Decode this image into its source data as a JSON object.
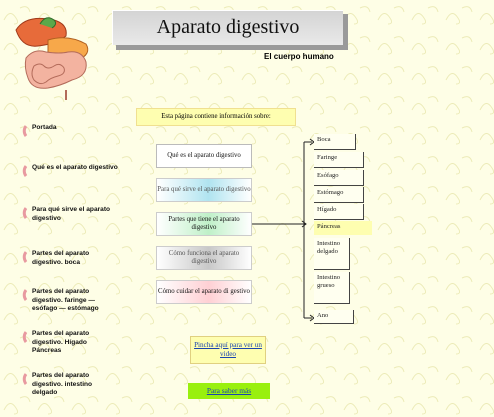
{
  "title": "Aparato digestivo",
  "subtitle": "El cuerpo humano",
  "sidebar": {
    "items": [
      {
        "label": "Portada"
      },
      {
        "label": "Qué es el aparato digestivo"
      },
      {
        "label": "Para qué sirve el aparato digestivo"
      },
      {
        "label": "Partes del aparato digestivo. boca"
      },
      {
        "label": "Partes del aparato digestivo. faringe — esófago — estómago"
      },
      {
        "label": "Partes del aparato digestivo. Hígado Páncreas"
      },
      {
        "label": "Partes del aparato digestivo. intestino delgado"
      }
    ]
  },
  "info": "Esta página contiene información sobre:",
  "center": {
    "buttons": [
      {
        "label": "Qué es el aparato digestivo"
      },
      {
        "label": "Para qué sirve el aparato digestivo"
      },
      {
        "label": "Partes que tiene el aparato digestivo"
      },
      {
        "label": "Cómo funciona el aparato digestivo"
      },
      {
        "label": "Cómo cuidar el aparato di gestivo"
      }
    ]
  },
  "parts": {
    "items": [
      {
        "label": "Boca"
      },
      {
        "label": "Faringe"
      },
      {
        "label": "Esófago"
      },
      {
        "label": "Estómago"
      },
      {
        "label": "Hígado"
      },
      {
        "label": "Páncreas"
      },
      {
        "label": "Intestino delgado"
      },
      {
        "label": "Intestino grueso"
      },
      {
        "label": "Ano"
      }
    ]
  },
  "links": {
    "video": "Pincha aquí para ver un video",
    "saber": "Para saber más"
  },
  "colors": {
    "background": "#fefee6",
    "accent_green": "#99f00e",
    "banner_yellow": "#fefeb0",
    "organ_orange": "#f08a3c"
  }
}
